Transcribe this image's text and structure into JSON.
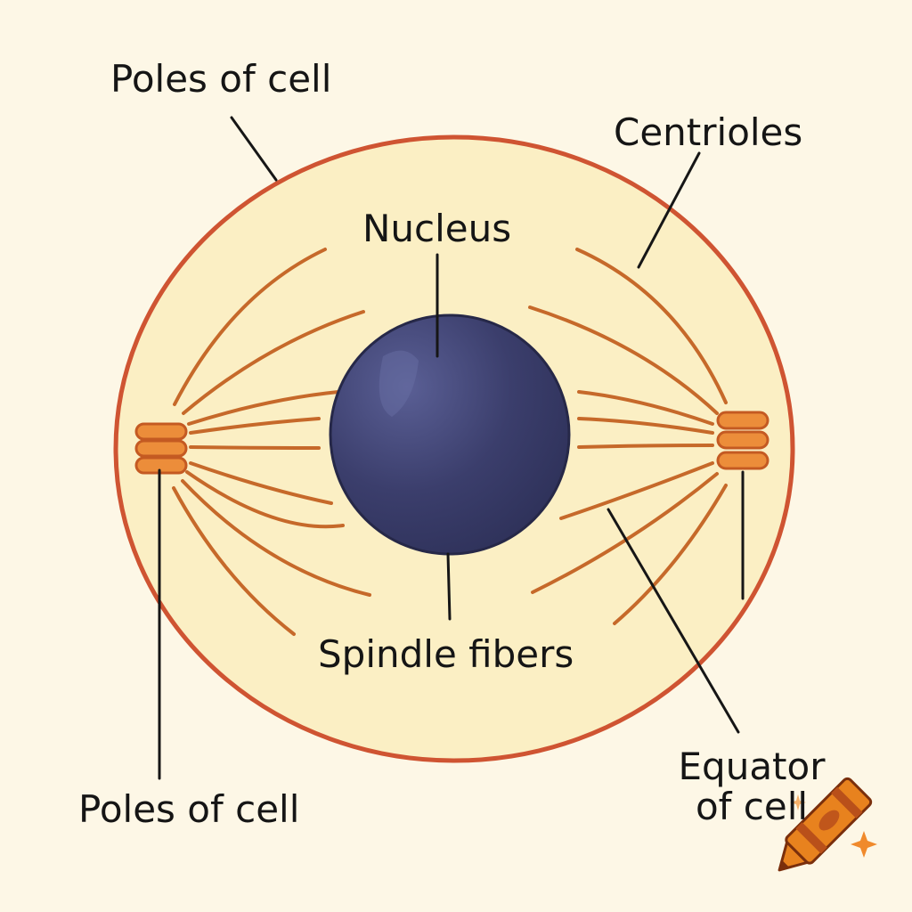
{
  "diagram": {
    "labels": {
      "poles_top": "Poles of cell",
      "centrioles": "Centrioles",
      "nucleus": "Nucleus",
      "spindle_fibers": "Spindle fibers",
      "poles_bottom": "Poles of cell",
      "equator_line1": "Equator",
      "equator_line2": "of cell"
    }
  },
  "colors": {
    "background": "#fdf7e6",
    "cytoplasm": "#fbefc4",
    "membrane": "#cf5432",
    "spindle_fiber": "#c6692a",
    "centriole": "#ec8d3a",
    "nucleus": "#3c3f6e",
    "leader_line": "#161616"
  },
  "icons": [
    "crayon-icon",
    "sparkle-icon"
  ]
}
